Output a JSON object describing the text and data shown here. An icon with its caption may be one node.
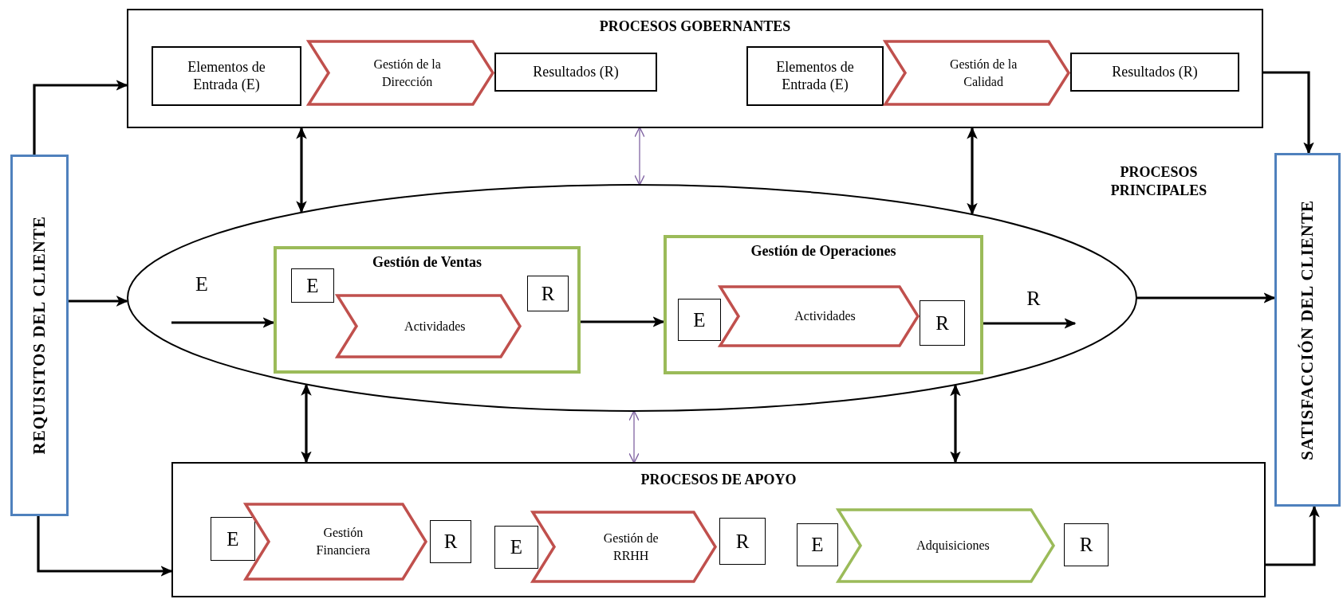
{
  "diagram": {
    "nodes": [
      {
        "text": [
          "PROCESOS GOBERNANTES"
        ]
      },
      {
        "text": [
          "Elementos de Entrada (E)"
        ],
        "in": 0
      },
      {
        "text": [
          "Gestión de la Dirección"
        ],
        "in": 0
      },
      {
        "text": [
          "Resultados (R)"
        ],
        "in": 0
      },
      {
        "text": [
          "Elementos de Entrada (E)"
        ],
        "in": 0
      },
      {
        "text": [
          "Gestión de la Calidad"
        ],
        "in": 0
      },
      {
        "text": [
          "Resultados (R)"
        ],
        "in": 0
      },
      {
        "text": [
          "REQUISITOS DEL CLIENTE"
        ]
      },
      {
        "text": [],
        "shape": "ellipse"
      },
      {
        "text": [
          "Gestión de Ventas"
        ],
        "in": 8
      },
      {
        "text": [
          "E"
        ],
        "in": 9
      },
      {
        "text": [
          "Actividades"
        ],
        "in": 9
      },
      {
        "text": [
          "R"
        ],
        "in": 9
      },
      {
        "text": [
          "Gestión de Operaciones"
        ],
        "in": 8
      },
      {
        "text": [
          "E"
        ],
        "in": 13
      },
      {
        "text": [
          "Actividades"
        ],
        "in": 13
      },
      {
        "text": [
          "R"
        ],
        "in": 13
      },
      {
        "text": [
          "SATISFACCIÓN DEL CLIENTE"
        ]
      },
      {
        "text": [
          "PROCESOS DE APOYO"
        ]
      },
      {
        "text": [
          "E"
        ],
        "in": 18
      },
      {
        "text": [
          "Gestión Financiera"
        ],
        "in": 18
      },
      {
        "text": [
          "R"
        ],
        "in": 18
      },
      {
        "text": [
          "E"
        ],
        "in": 18
      },
      {
        "text": [
          "Gestión de RRHH"
        ],
        "in": 18
      },
      {
        "text": [
          "R"
        ],
        "in": 18
      },
      {
        "text": [
          "E"
        ],
        "in": 18
      },
      {
        "text": [
          "Adquisiciones"
        ],
        "in": 18
      },
      {
        "text": [
          "R"
        ],
        "in": 18
      }
    ],
    "edges": [
      {
        "from": 7,
        "to": 0,
        "arrow": "to"
      },
      {
        "from": 7,
        "to": 8,
        "arrow": "to"
      },
      {
        "from": 7,
        "to": 18,
        "arrow": "to"
      },
      {
        "from": 0,
        "to": 17,
        "arrow": "to"
      },
      {
        "from": 8,
        "to": 17,
        "arrow": "to"
      },
      {
        "from": 18,
        "to": 17,
        "arrow": "to"
      },
      {
        "from": 0,
        "to": 8,
        "arrow": "both"
      },
      {
        "from": 0,
        "to": 8,
        "arrow": "both",
        "color": "#8064a2"
      },
      {
        "from": 0,
        "to": 8,
        "arrow": "both"
      },
      {
        "from": 8,
        "to": 18,
        "arrow": "both"
      },
      {
        "from": 8,
        "to": 18,
        "arrow": "both",
        "color": "#8064a2"
      },
      {
        "from": 8,
        "to": 18,
        "arrow": "both"
      },
      {
        "from": 9,
        "to": 13,
        "arrow": "to"
      },
      {
        "from": null,
        "to": 9,
        "arrow": "to"
      },
      {
        "from": 13,
        "to": null,
        "arrow": "to"
      }
    ],
    "labels": [
      "PROCESOS PRINCIPALES",
      "E",
      "R"
    ]
  }
}
